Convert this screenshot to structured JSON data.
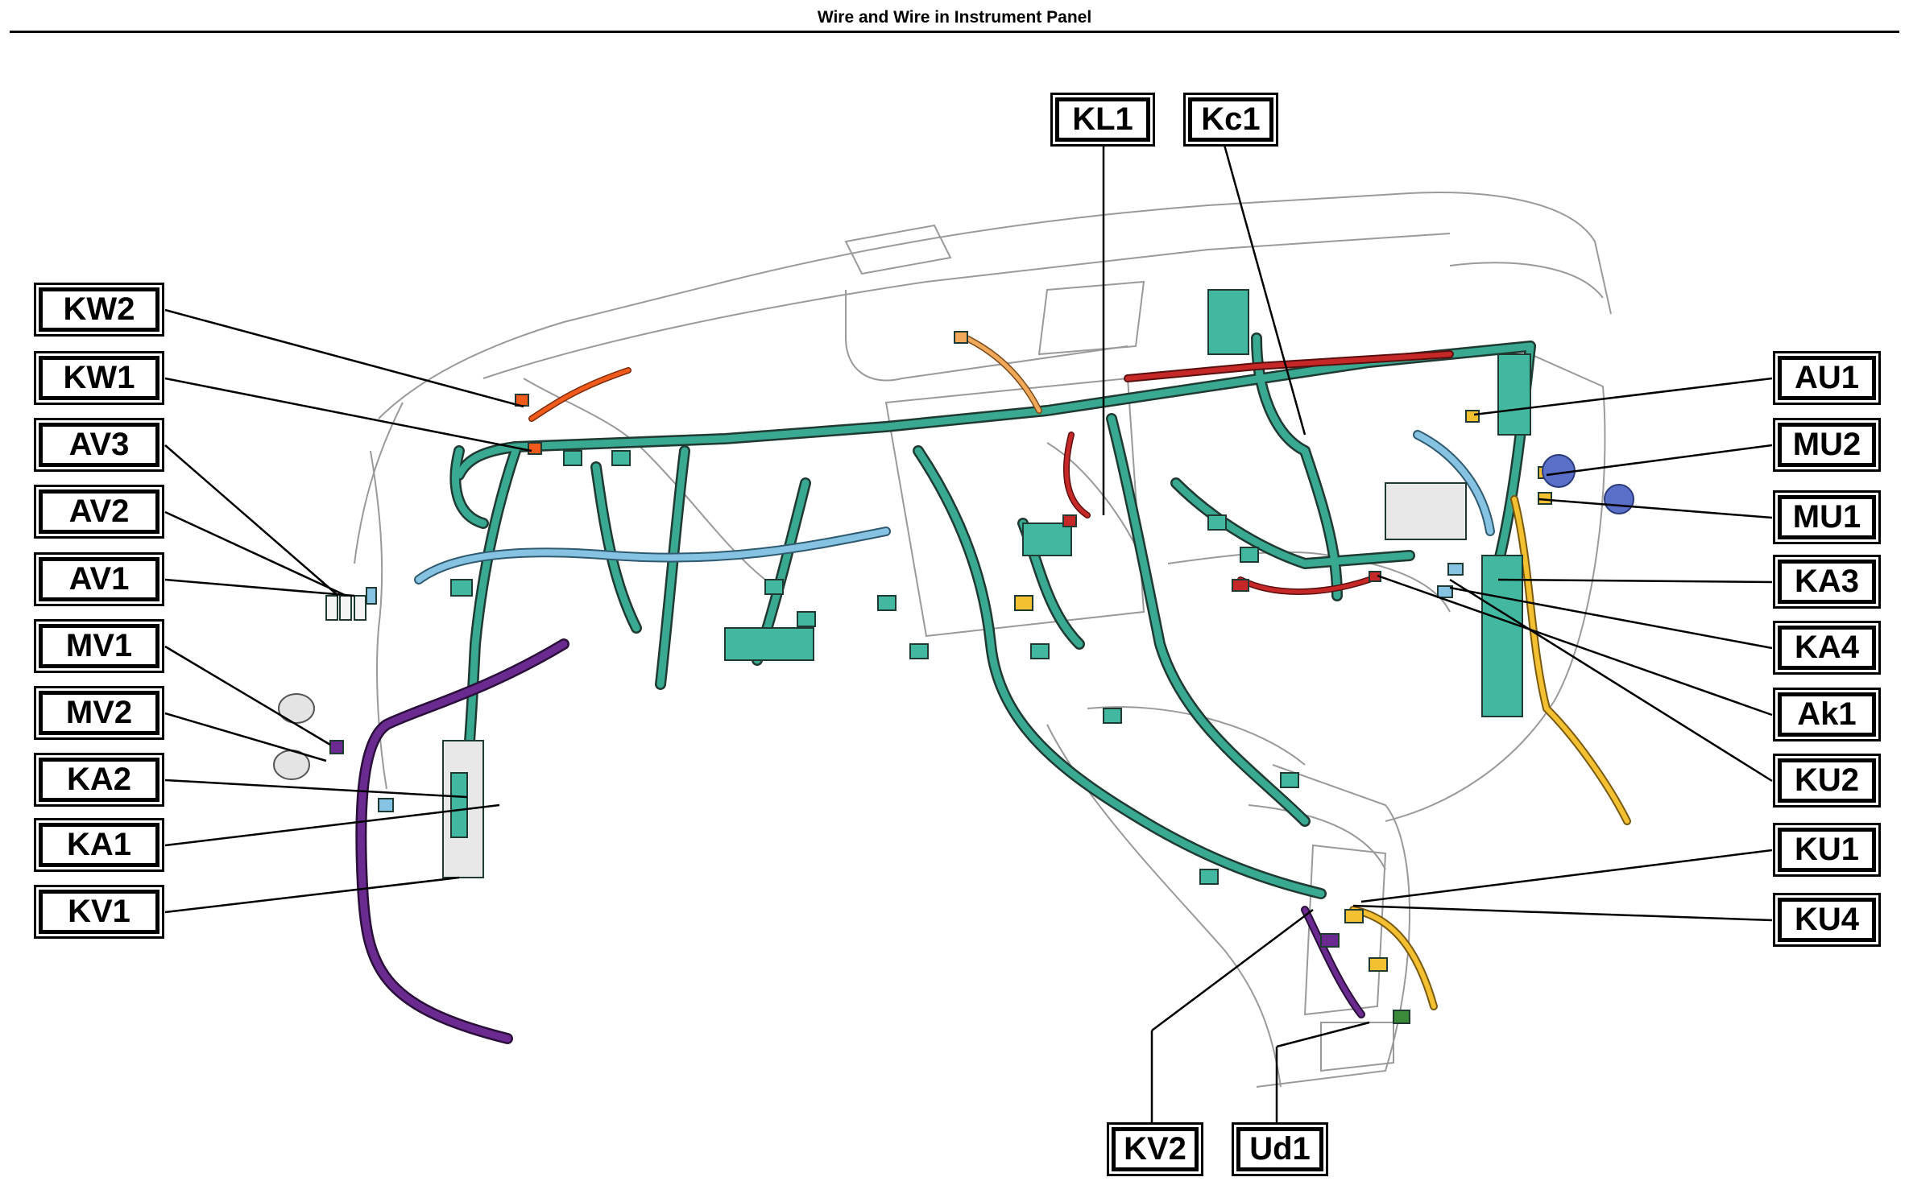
{
  "title": "Wire and Wire in Instrument Panel",
  "colors": {
    "harness_main": "#3aa992",
    "harness_outline": "#1f3a33",
    "connector": "#43b8a0",
    "harness_purple": "#6a2a8f",
    "harness_lightblue": "#86c2e2",
    "harness_yellow": "#f2c030",
    "harness_red": "#c62828",
    "harness_orange": "#f05a1a",
    "harness_peach": "#f0a85a",
    "dash_outline": "#9a9a9a"
  },
  "labels": {
    "KW2": "KW2",
    "KW1": "KW1",
    "AV3": "AV3",
    "AV2": "AV2",
    "AV1": "AV1",
    "MV1": "MV1",
    "MV2": "MV2",
    "KA2": "KA2",
    "KA1": "KA1",
    "KV1": "KV1",
    "KL1": "KL1",
    "Kc1": "Kc1",
    "AU1": "AU1",
    "MU2": "MU2",
    "MU1": "MU1",
    "KA3": "KA3",
    "KA4": "KA4",
    "Ak1": "Ak1",
    "KU2": "KU2",
    "KU1": "KU1",
    "KU4": "KU4",
    "KV2": "KV2",
    "Ud1": "Ud1"
  }
}
